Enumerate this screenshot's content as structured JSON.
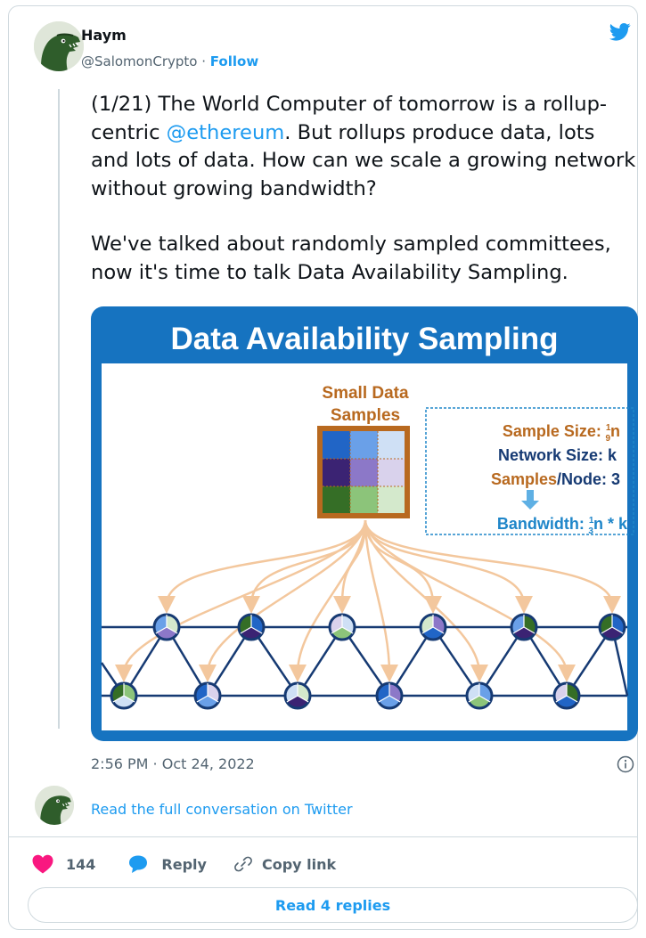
{
  "author": {
    "name": "Haym",
    "handle": "@SalomonCrypto",
    "separator": "·",
    "follow_label": "Follow"
  },
  "tweet": {
    "line_pre": "(1/21) The World Computer of tomorrow is a rollup-centric ",
    "mention": "@ethereum",
    "line_post": ". But rollups produce data, lots and lots of data. How can we scale a growing network without growing bandwidth?",
    "paragraph2": "We've talked about randomly sampled committees, now it's time to talk Data Availability Sampling."
  },
  "media": {
    "title": "Data Availability Sampling",
    "samples_label_1": "Small Data",
    "samples_label_2": "Samples",
    "sample_size_label": "Sample Size: ",
    "sample_size_frac_num": "1",
    "sample_size_frac_den": "9",
    "sample_size_unit": "n",
    "network_size": "Network Size: k",
    "samples_node_pre": "Samples",
    "samples_node_post": "/Node: 3",
    "bandwidth_label": "Bandwidth: ",
    "bandwidth_frac_num": "1",
    "bandwidth_frac_den": "3",
    "bandwidth_unit": "n * k",
    "colors": {
      "frame_blue": "#1673c0",
      "orange": "#b8691f",
      "navy": "#163a73",
      "light_blue": "#1f86c9",
      "arrow_peach": "#f3c79d"
    }
  },
  "footer": {
    "timestamp": "2:56 PM · Oct 24, 2022",
    "read_conversation": "Read the full conversation on Twitter",
    "likes_count": "144",
    "reply_label": "Reply",
    "copy_link_label": "Copy link",
    "read_replies_label": "Read 4 replies"
  },
  "icons": {
    "bird": "twitter-bird-icon",
    "info": "info-icon",
    "heart": "heart-icon",
    "reply": "reply-bubble-icon",
    "link": "link-icon"
  },
  "accent_color": "#1d9bf0",
  "like_color": "#f91880"
}
